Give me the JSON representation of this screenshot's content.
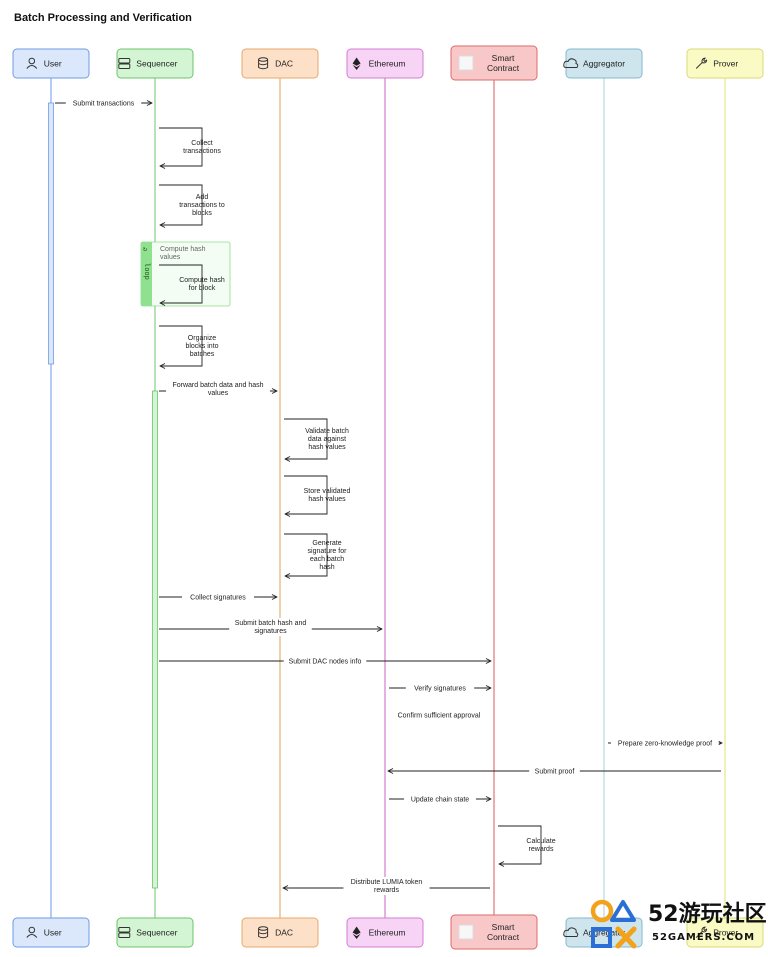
{
  "title": "Batch Processing and Verification",
  "participants": [
    {
      "id": "user",
      "label": "User",
      "icon": "user-icon",
      "fill": "#dbe8fb",
      "stroke": "#6f9ae6",
      "line": "#6f9ae6"
    },
    {
      "id": "sequencer",
      "label": "Sequencer",
      "icon": "server-icon",
      "fill": "#d4f5d4",
      "stroke": "#6cc46c",
      "line": "#6cc46c"
    },
    {
      "id": "dac",
      "label": "DAC",
      "icon": "database-icon",
      "fill": "#fde0c8",
      "stroke": "#e8a96b",
      "line": "#d9a55a"
    },
    {
      "id": "ethereum",
      "label": "Ethereum",
      "icon": "ethereum-icon",
      "fill": "#f7d3f5",
      "stroke": "#d27fd0",
      "line": "#c964c6"
    },
    {
      "id": "smart_contract",
      "label": "Smart\nContract",
      "icon": "contract-icon",
      "fill": "#f8c8c8",
      "stroke": "#dc6b6b",
      "line": "#d65a5a"
    },
    {
      "id": "aggregator",
      "label": "Aggregator",
      "icon": "cloud-icon",
      "fill": "#cfe5ee",
      "stroke": "#86b8cc",
      "line": "#a9cfdc"
    },
    {
      "id": "prover",
      "label": "Prover",
      "icon": "wrench-icon",
      "fill": "#fafac4",
      "stroke": "#d9d97a",
      "line": "#e3e36a"
    }
  ],
  "messages": [
    {
      "from": "user",
      "to": "sequencer",
      "label": "Submit transactions",
      "dashed": false
    },
    {
      "from": "sequencer",
      "to": "sequencer",
      "label": "Collect\ntransactions",
      "self": true
    },
    {
      "from": "sequencer",
      "to": "sequencer",
      "label": "Add\ntransactions to\nblocks",
      "self": true
    },
    {
      "from": "sequencer",
      "to": "sequencer",
      "label": "Compute hash\nfor block",
      "self": true
    },
    {
      "from": "sequencer",
      "to": "sequencer",
      "label": "Organize\nblocks into\nbatches",
      "self": true
    },
    {
      "from": "sequencer",
      "to": "dac",
      "label": "Forward batch data and hash\nvalues",
      "dashed": false
    },
    {
      "from": "dac",
      "to": "dac",
      "label": "Validate batch\ndata against\nhash values",
      "self": true
    },
    {
      "from": "dac",
      "to": "dac",
      "label": "Store validated\nhash values",
      "self": true
    },
    {
      "from": "dac",
      "to": "dac",
      "label": "Generate\nsignature for\neach batch\nhash",
      "self": true
    },
    {
      "from": "sequencer",
      "to": "dac",
      "label": "Collect signatures",
      "dashed": false
    },
    {
      "from": "sequencer",
      "to": "ethereum",
      "label": "Submit batch hash and\nsignatures",
      "dashed": false
    },
    {
      "from": "sequencer",
      "to": "smart_contract",
      "label": "Submit DAC nodes info",
      "dashed": false
    },
    {
      "from": "ethereum",
      "to": "smart_contract",
      "label": "Verify signatures",
      "dashed": false
    },
    {
      "from": "smart_contract",
      "to": "ethereum",
      "label": "Confirm sufficient approval",
      "dashed": true
    },
    {
      "from": "aggregator",
      "to": "prover",
      "label": "Prepare zero-knowledge proof",
      "dashed": true
    },
    {
      "from": "prover",
      "to": "ethereum",
      "label": "Submit proof",
      "dashed": false
    },
    {
      "from": "ethereum",
      "to": "smart_contract",
      "label": "Update chain state",
      "dashed": false
    },
    {
      "from": "smart_contract",
      "to": "smart_contract",
      "label": "Calculate\nrewards",
      "self": true
    },
    {
      "from": "smart_contract",
      "to": "dac",
      "label": "Distribute LUMIA token\nrewards",
      "dashed": false
    }
  ],
  "loop": {
    "tag": "loop",
    "label": "Compute hash\nvalues"
  },
  "watermark": {
    "big": "52游玩社区",
    "small": "52GAMERS.COM"
  }
}
